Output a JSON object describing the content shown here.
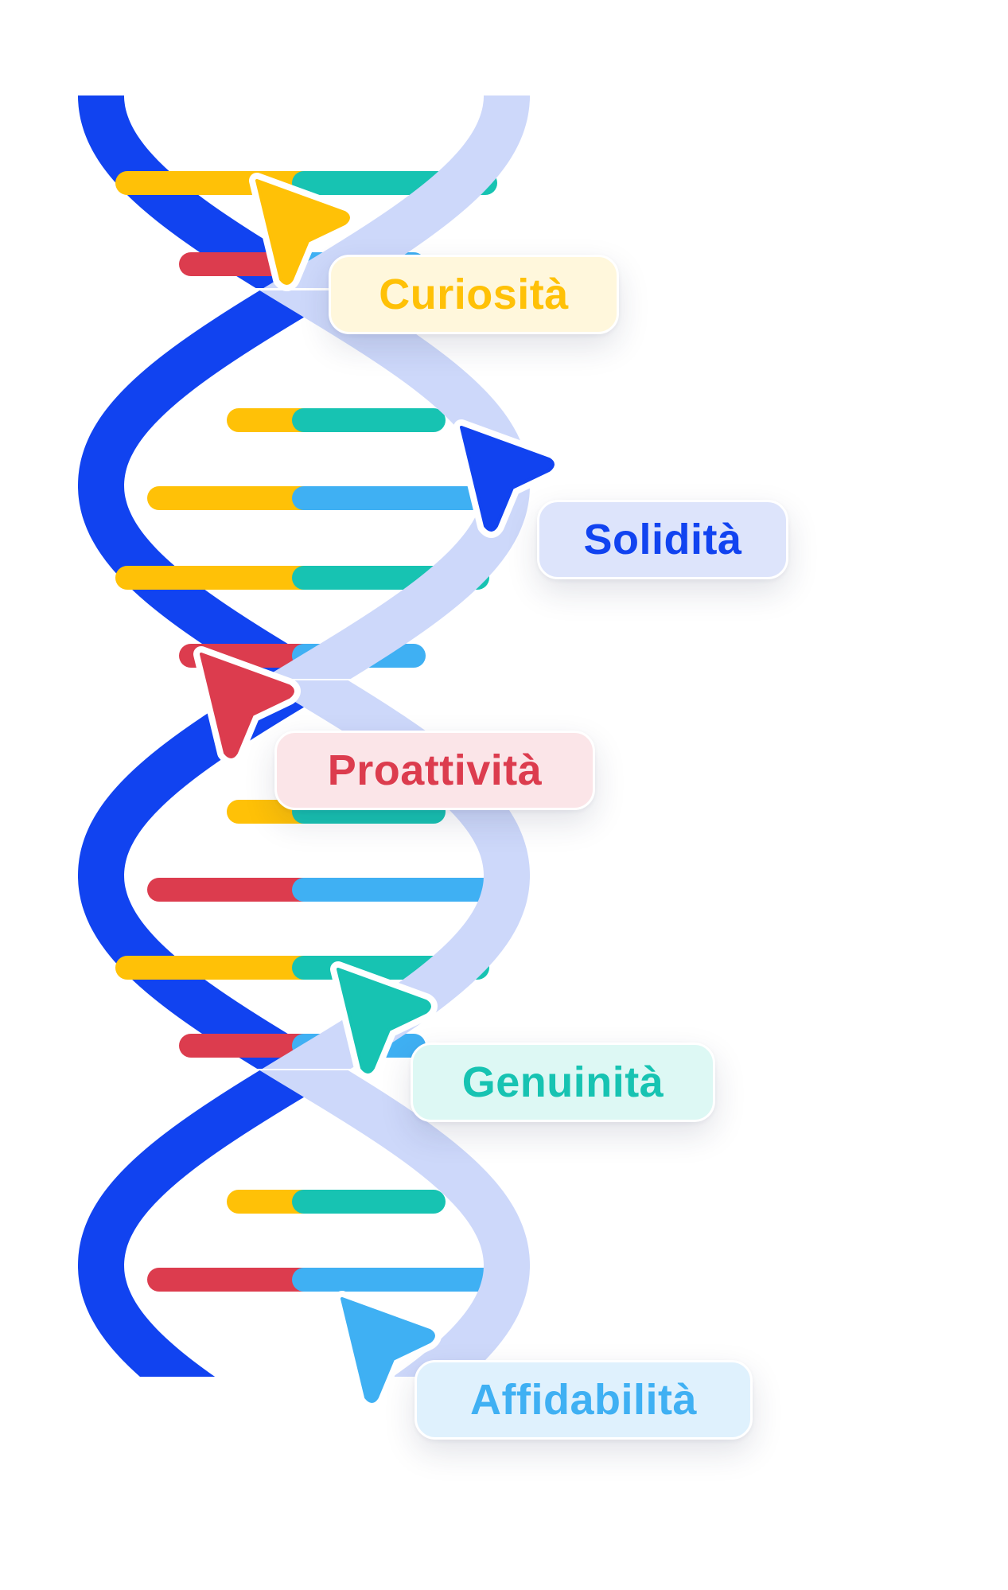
{
  "traits": [
    {
      "label": "Curiosità",
      "color": "#FFC107",
      "bg": "#FFF7DC",
      "cursor": "cursor-icon"
    },
    {
      "label": "Solidità",
      "color": "#1143F0",
      "bg": "#DDE4FB",
      "cursor": "cursor-icon"
    },
    {
      "label": "Proattività",
      "color": "#DC3C4E",
      "bg": "#FBE5E8",
      "cursor": "cursor-icon"
    },
    {
      "label": "Genuinità",
      "color": "#17C3B2",
      "bg": "#DDF8F4",
      "cursor": "cursor-icon"
    },
    {
      "label": "Affidabilità",
      "color": "#3FB0F3",
      "bg": "#DFF1FD",
      "cursor": "cursor-icon"
    }
  ],
  "helix": {
    "back_strand_color": "#1143F0",
    "front_strand_color": "#CDD8FA",
    "rung_colors": [
      "#FFC107",
      "#17C3B2",
      "#DC3C4E",
      "#3FB0F3"
    ]
  }
}
